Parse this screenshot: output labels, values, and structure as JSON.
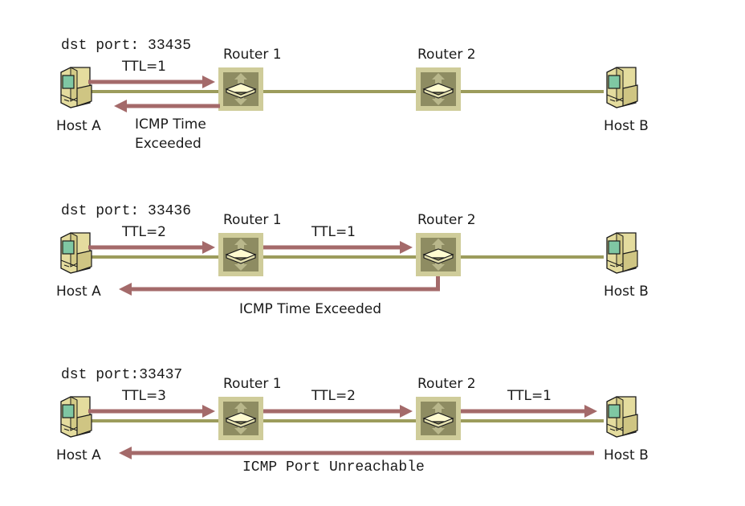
{
  "colors": {
    "link": "#9c9c5c",
    "packet_arrow": "#a46a6a",
    "router_outer": "#cfcc9a",
    "router_inner": "#8e8c62",
    "router_top": "#fffbd0",
    "host_body": "#e4dc9e",
    "host_screen": "#7fc7a3",
    "text": "#1a1a1a"
  },
  "scenarios": [
    {
      "dst_port_label": "dst port: 33435",
      "host_a": "Host A",
      "host_b": "Host B",
      "router1": "Router 1",
      "router2": "Router 2",
      "forward_hops": [
        {
          "label": "TTL=1",
          "from": "Host A",
          "to": "Router 1"
        }
      ],
      "reply": {
        "from": "Router 1",
        "to": "Host A",
        "label_lines": [
          "ICMP Time",
          "Exceeded"
        ]
      }
    },
    {
      "dst_port_label": "dst port: 33436",
      "host_a": "Host A",
      "host_b": "Host B",
      "router1": "Router 1",
      "router2": "Router 2",
      "forward_hops": [
        {
          "label": "TTL=2",
          "from": "Host A",
          "to": "Router 1"
        },
        {
          "label": "TTL=1",
          "from": "Router 1",
          "to": "Router 2"
        }
      ],
      "reply": {
        "from": "Router 2",
        "to": "Host A",
        "label_lines": [
          "ICMP Time Exceeded"
        ]
      }
    },
    {
      "dst_port_label": "dst port:33437",
      "host_a": "Host A",
      "host_b": "Host B",
      "router1": "Router 1",
      "router2": "Router 2",
      "forward_hops": [
        {
          "label": "TTL=3",
          "from": "Host A",
          "to": "Router 1"
        },
        {
          "label": "TTL=2",
          "from": "Router 1",
          "to": "Router 2"
        },
        {
          "label": "TTL=1",
          "from": "Router 2",
          "to": "Host B"
        }
      ],
      "reply": {
        "from": "Host B",
        "to": "Host A",
        "label_lines": [
          "ICMP Port Unreachable"
        ]
      }
    }
  ]
}
